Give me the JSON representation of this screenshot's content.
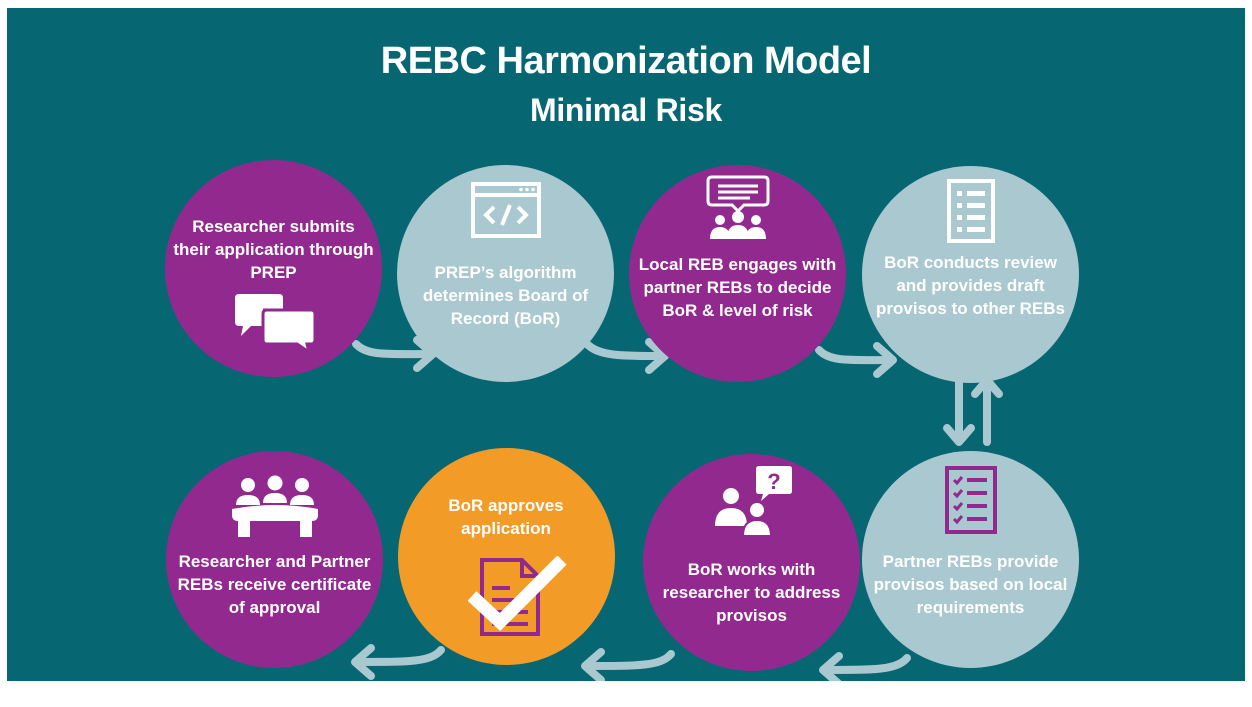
{
  "title": "REBC Harmonization Model",
  "subtitle": "Minimal Risk",
  "steps": [
    {
      "text": "Researcher submits their application through PREP",
      "icon": "chat-bubbles-icon",
      "color": "#92298f"
    },
    {
      "text": "PREP’s algorithm determines Board of Record (BoR)",
      "icon": "code-window-icon",
      "color": "#a9c8d0"
    },
    {
      "text": "Local REB engages with partner REBs to decide BoR & level of risk",
      "icon": "group-discussion-icon",
      "color": "#92298f"
    },
    {
      "text": "BoR conducts review and provides draft provisos to other REBs",
      "icon": "document-list-icon",
      "color": "#a9c8d0"
    },
    {
      "text": "Partner REBs provide provisos based on local requirements",
      "icon": "checklist-icon",
      "color": "#a9c8d0"
    },
    {
      "text": "BoR works with researcher to address provisos",
      "icon": "question-people-icon",
      "color": "#92298f"
    },
    {
      "text": "BoR approves application",
      "icon": "approved-document-icon",
      "color": "#f29b26"
    },
    {
      "text": "Researcher and Partner REBs receive certificate of approval",
      "icon": "meeting-table-icon",
      "color": "#92298f"
    }
  ],
  "colors": {
    "background": "#066772",
    "purple": "#92298f",
    "light": "#a9c8d0",
    "orange": "#f29b26",
    "arrow": "#a9c8d0"
  }
}
